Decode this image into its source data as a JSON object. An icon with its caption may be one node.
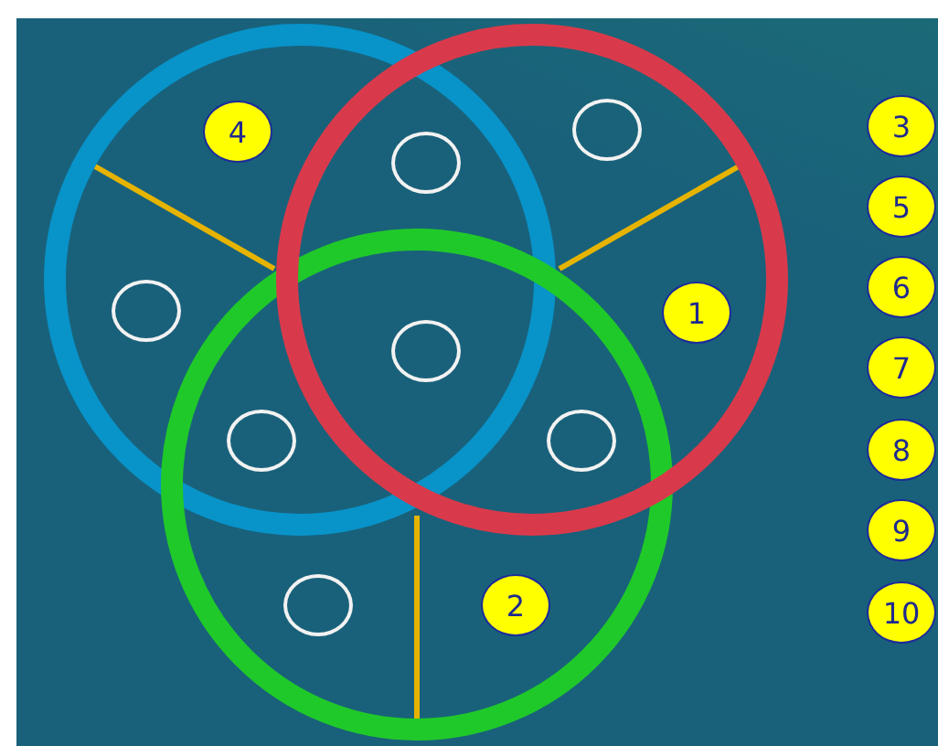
{
  "diagram": {
    "nodes": [
      {
        "text": [],
        "shape": "circle"
      },
      {
        "text": [],
        "shape": "circle"
      },
      {
        "text": [],
        "shape": "circle"
      },
      {
        "text": [
          "4"
        ],
        "in": 0
      },
      {
        "text": [],
        "shape": "circle"
      },
      {
        "text": [],
        "shape": "circle",
        "in": 1
      },
      {
        "text": [],
        "shape": "circle",
        "in": 0
      },
      {
        "text": [],
        "shape": "circle"
      },
      {
        "text": [
          "1"
        ],
        "in": 1
      },
      {
        "text": [],
        "shape": "circle"
      },
      {
        "text": [],
        "shape": "circle"
      },
      {
        "text": [],
        "shape": "circle",
        "in": 2
      },
      {
        "text": [
          "2"
        ],
        "in": 2
      },
      {
        "text": [
          "3"
        ]
      },
      {
        "text": [
          "5"
        ]
      },
      {
        "text": [
          "6"
        ]
      },
      {
        "text": [
          "7"
        ]
      },
      {
        "text": [
          "8"
        ]
      },
      {
        "text": [
          "9"
        ]
      },
      {
        "text": [
          "10"
        ]
      }
    ],
    "edges": []
  }
}
